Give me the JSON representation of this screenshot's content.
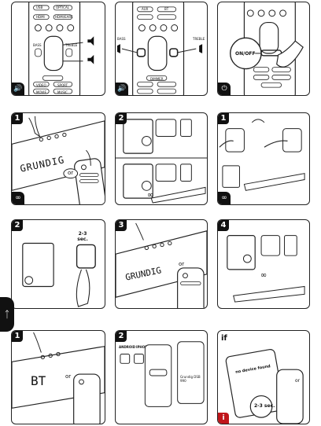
{
  "remote": {
    "buttons": {
      "usb": "USB",
      "optical": "OPTICAL",
      "aux": "AUX",
      "bt": "BT",
      "hdmi": "HDMI",
      "hdmi_arc": "HDMI/EARC",
      "bass": "BASS",
      "treble": "TREBLE",
      "video": "VIDEO",
      "sport": "SPORT",
      "movie": "MOVIE",
      "music": "MUSIC",
      "dimmer": "DIMMER",
      "on_off": "ON/OFF"
    }
  },
  "panels": {
    "row2": {
      "step1": "1",
      "step2": "2",
      "step3": "1",
      "display_text": "GRUNDIG",
      "or": "or"
    },
    "row3": {
      "step1": "2",
      "step2": "3",
      "step3": "4",
      "timer": "2-3 sec.",
      "display_text": "GRUNDIG",
      "or": "or"
    },
    "row4": {
      "step1": "1",
      "step2": "2",
      "display_text": "BT",
      "or": "or",
      "android": "ANDROID",
      "iphone": "IPHONE",
      "phone_item": "Grundig DSB 990",
      "if_label": "if",
      "no_device": "no device found",
      "timer": "2-3 sec.",
      "info": "i"
    }
  },
  "colors": {
    "line": "#222222",
    "accent_red": "#c0161b"
  }
}
